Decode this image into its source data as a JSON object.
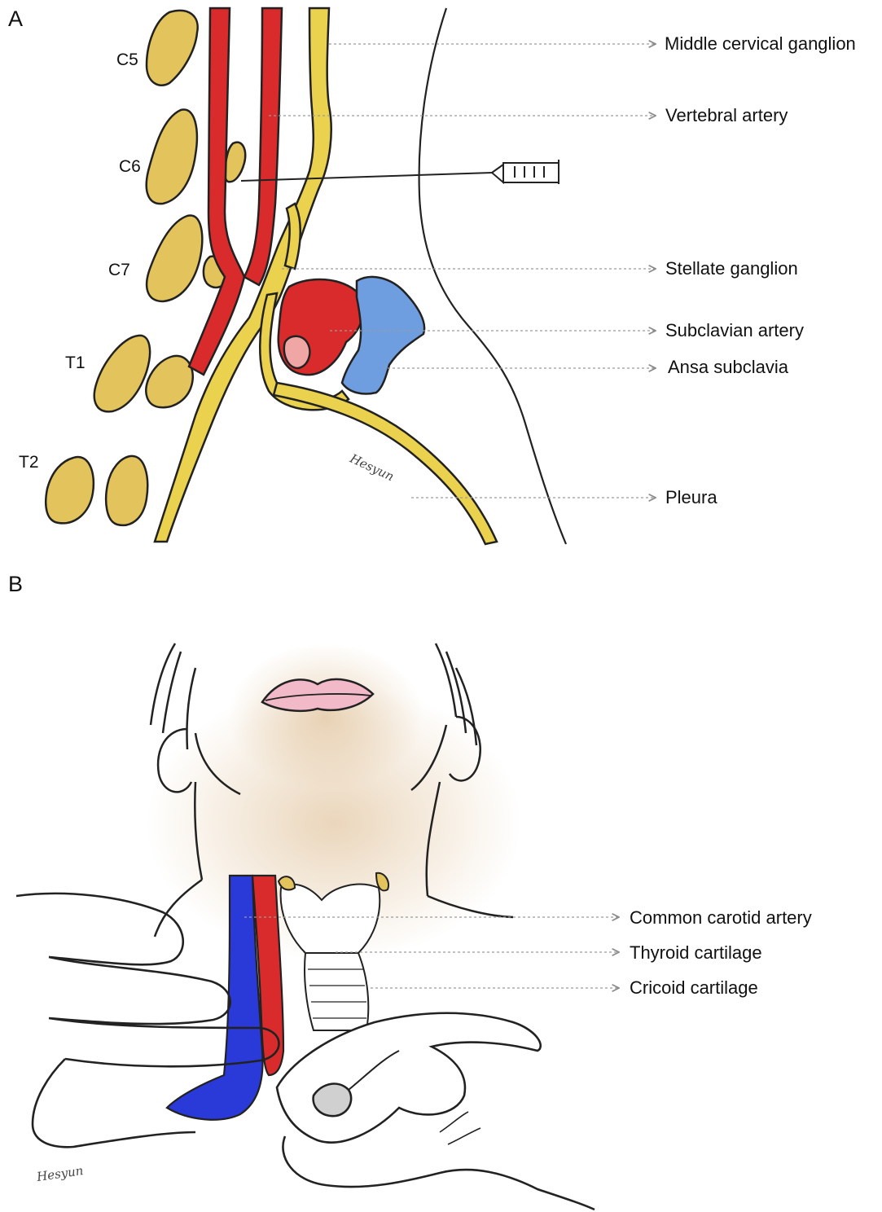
{
  "panel_a": {
    "letter": "A",
    "vertebrae": [
      "C5",
      "C6",
      "C7",
      "T1",
      "T2"
    ],
    "labels": {
      "middle_cervical_ganglion": "Middle cervical ganglion",
      "vertebral_artery": "Vertebral artery",
      "stellate_ganglion": "Stellate ganglion",
      "subclavian_artery": "Subclavian artery",
      "ansa_subclavia": "Ansa subclavia",
      "pleura": "Pleura"
    },
    "signature": "Hesyun"
  },
  "panel_b": {
    "letter": "B",
    "labels": {
      "common_carotid_artery": "Common carotid artery",
      "thyroid_cartilage": "Thyroid cartilage",
      "cricoid_cartilage": "Cricoid cartilage"
    },
    "signature": "Hesyun"
  },
  "colors": {
    "bone": "#e3c35c",
    "artery": "#d92b2b",
    "vein_a": "#6f9ee0",
    "vein_b": "#2a3ad8",
    "nerve": "#ead14e",
    "skin_shade": "#d9b483",
    "lip": "#f2b9c8",
    "leader": "#9a9a9a"
  }
}
